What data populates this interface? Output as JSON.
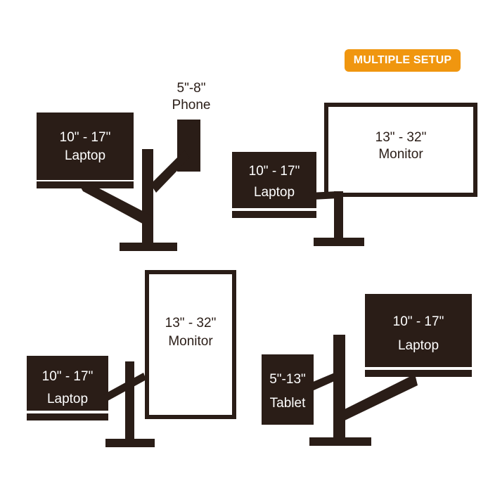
{
  "badge": "MULTIPLE SETUP",
  "colors": {
    "mount": "#2a1d17",
    "badge": "#f0960f",
    "monitor_screen": "#ffffff"
  },
  "setups": [
    {
      "name": "laptop-phone",
      "laptop": {
        "size": "10\" - 17\"",
        "label": "Laptop"
      },
      "phone": {
        "size": "5\"-8\"",
        "label": "Phone"
      }
    },
    {
      "name": "laptop-monitor-horizontal",
      "laptop": {
        "size": "10\" - 17\"",
        "label": "Laptop"
      },
      "monitor": {
        "size": "13\" - 32\"",
        "label": "Monitor"
      }
    },
    {
      "name": "laptop-monitor-vertical",
      "laptop": {
        "size": "10\" - 17\"",
        "label": "Laptop"
      },
      "monitor": {
        "size": "13\" - 32\"",
        "label": "Monitor"
      }
    },
    {
      "name": "laptop-tablet",
      "tablet": {
        "size": "5\"-13\"",
        "label": "Tablet"
      },
      "laptop": {
        "size": "10\" - 17\"",
        "label": "Laptop"
      }
    }
  ]
}
